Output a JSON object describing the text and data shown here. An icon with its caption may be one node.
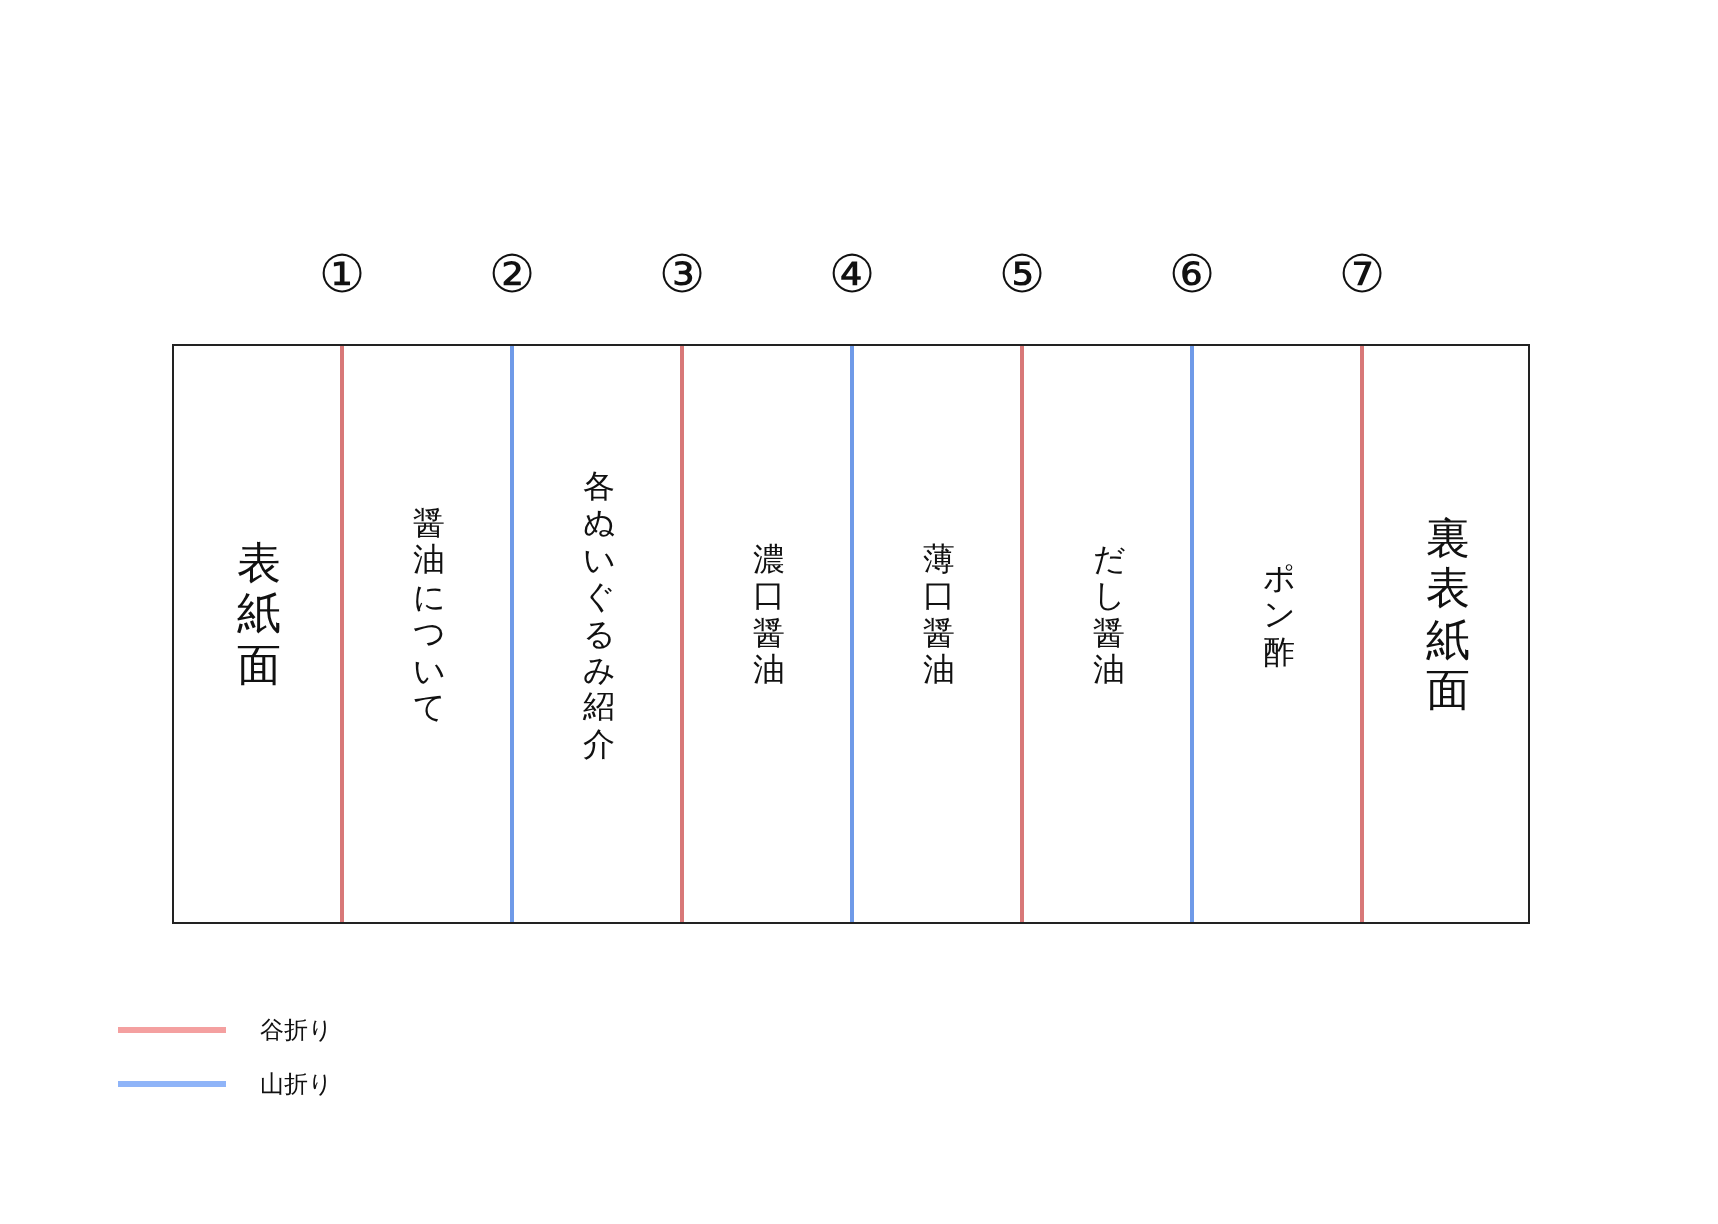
{
  "diagram": {
    "nodes": [
      {
        "text": [],
        "shape": "box"
      },
      {
        "text": [
          "表紙面"
        ],
        "in": 0
      },
      {
        "text": [
          "醤油について"
        ],
        "in": 0
      },
      {
        "text": [
          "各ぬいぐるみ紹介"
        ],
        "in": 0
      },
      {
        "text": [
          "濃口醤油"
        ],
        "in": 0
      },
      {
        "text": [
          "薄口醤油"
        ],
        "in": 0
      },
      {
        "text": [
          "だし醤油"
        ],
        "in": 0
      },
      {
        "text": [
          "ポン酢"
        ],
        "in": 0
      },
      {
        "text": [
          "裏表紙面"
        ],
        "in": 0
      }
    ],
    "labels": [
      "①",
      "②",
      "③",
      "④",
      "⑤",
      "⑥",
      "⑦"
    ],
    "legend": [
      {
        "text": "谷折り",
        "color": "#f4a0a0"
      },
      {
        "text": "山折り",
        "color": "#8fb4f8"
      }
    ]
  }
}
